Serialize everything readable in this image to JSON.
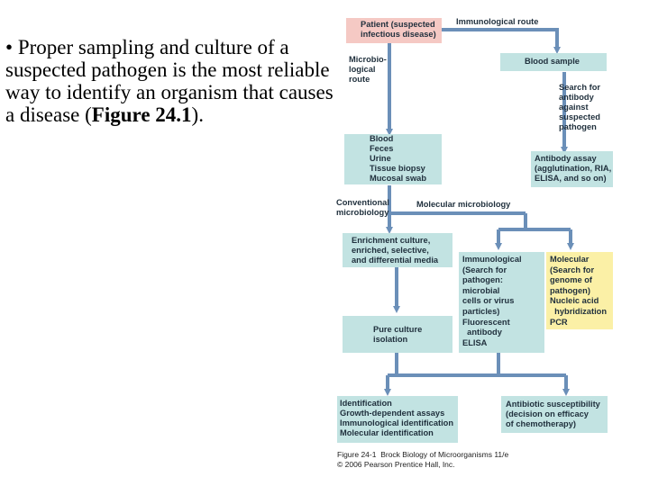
{
  "bullet": {
    "marker": "•",
    "text_before": " Proper sampling and culture of a suspected pathogen is the most reliable way to identify an organism that causes a disease (",
    "figure_ref": "Figure 24.1",
    "text_after": ")."
  },
  "diagram": {
    "patient": "Patient (suspected\ninfectious disease)",
    "immunological_route": "Immunological route",
    "microbiological_route": "Microbio-\nlogical\nroute",
    "blood_sample": "Blood sample",
    "search_antibody": "Search for\nantibody\nagainst\nsuspected\npathogen",
    "specimens": "Blood\nFeces\nUrine\nTissue biopsy\nMucosal swab",
    "antibody_assay": "Antibody assay\n(agglutination, RIA,\nELISA, and so on)",
    "conventional_microbiology": "Conventional\nmicrobiology",
    "molecular_microbiology": "Molecular microbiology",
    "enrichment": "Enrichment culture,\nenriched, selective,\nand differential media",
    "immunological_box": "Immunological\n(Search for\npathogen:\nmicrobial\ncells or virus\nparticles)\nFluorescent\n  antibody\nELISA",
    "molecular_box": "Molecular\n(Search for\ngenome of\npathogen)\nNucleic acid\n  hybridization\nPCR",
    "pure_culture": "Pure culture\nisolation",
    "identification": "Identification\nGrowth-dependent assays\nImmunological identification\nMolecular identification",
    "antibiotic": "Antibiotic susceptibility\n(decision on efficacy\nof chemotherapy)",
    "caption": "Figure 24-1  Brock Biology of Microorganisms 11/e\n© 2006 Pearson Prentice Hall, Inc."
  },
  "colors": {
    "arrow": "#6b8fb8",
    "teal_box": "#c2e3e2",
    "pink_box": "#f5c9c4",
    "yellow_box": "#fbf0a6"
  }
}
